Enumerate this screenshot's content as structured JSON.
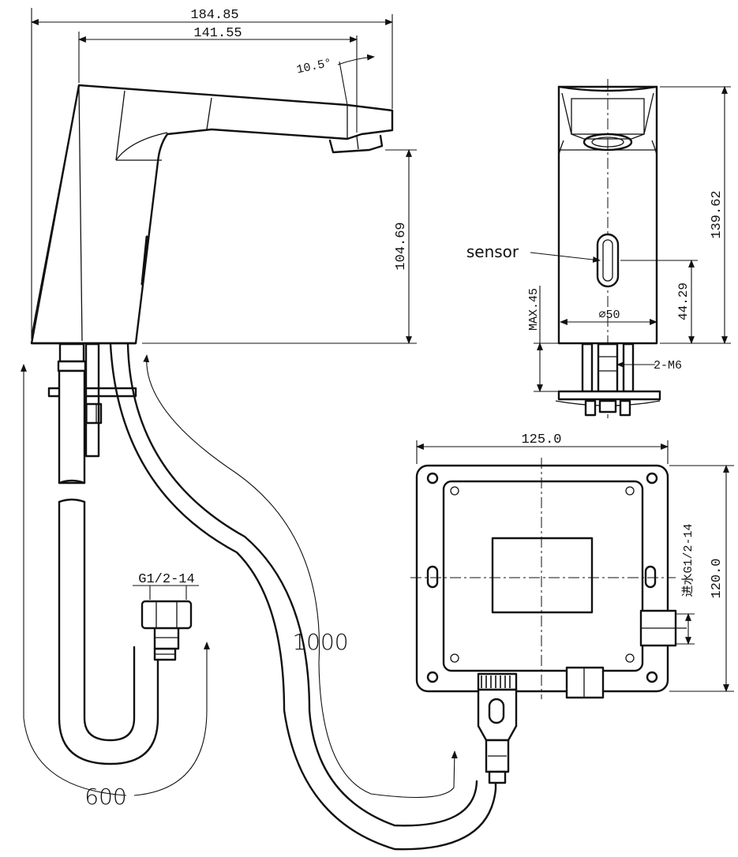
{
  "dimensions": {
    "overall_reach": "184.85",
    "spout_reach": "141.55",
    "spout_angle": "10.5°",
    "outlet_height": "104.69",
    "total_height": "139.62",
    "sensor_height": "44.29",
    "max_deck": "MAX.45",
    "body_diameter": "⌀50",
    "mounting_bolts": "2-M6",
    "box_width": "125.0",
    "box_height": "120.0",
    "inlet_thread_box": "进水G1/2-14",
    "hose_thread": "G1/2-14",
    "cable_length": "1000",
    "hose_length": "600"
  },
  "labels": {
    "sensor": "sensor"
  }
}
